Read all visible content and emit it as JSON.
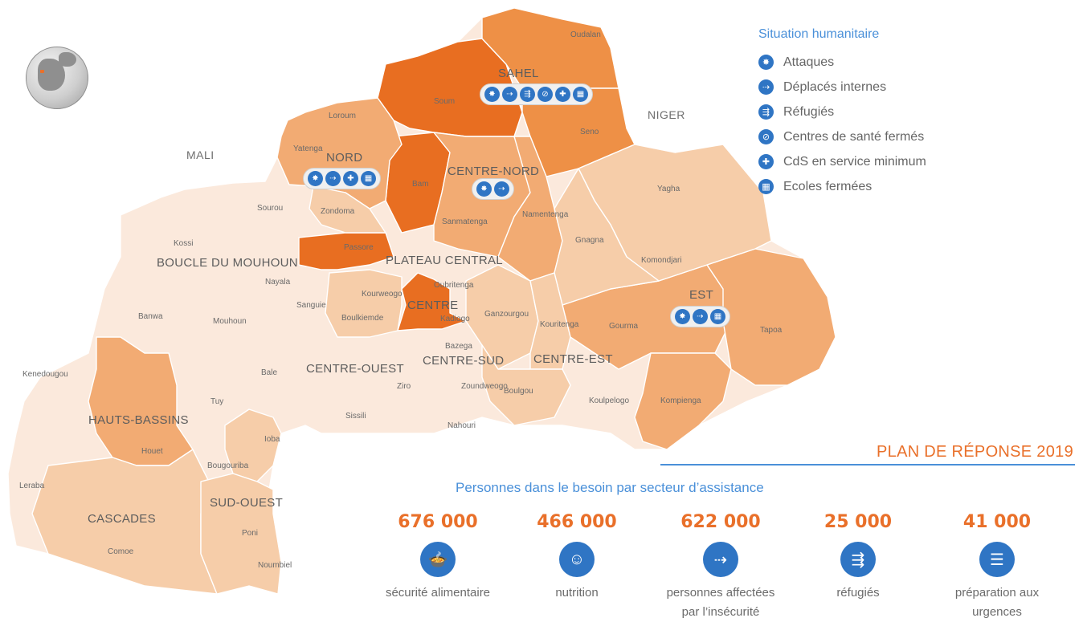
{
  "countries": {
    "mali": "MALI",
    "niger": "NIGER"
  },
  "regions": {
    "sahel": "SAHEL",
    "nord": "NORD",
    "centre_nord": "CENTRE-NORD",
    "boucle": "BOUCLE DU MOUHOUN",
    "plateau": "PLATEAU CENTRAL",
    "centre": "CENTRE",
    "centre_ouest": "CENTRE-OUEST",
    "centre_sud": "CENTRE-SUD",
    "centre_est": "CENTRE-EST",
    "est": "EST",
    "hauts_bassins": "HAUTS-BASSINS",
    "cascades": "CASCADES",
    "sud_ouest": "SUD-OUEST"
  },
  "provinces": {
    "oudalan": "Oudalan",
    "soum": "Soum",
    "seno": "Seno",
    "loroum": "Loroum",
    "yatenga": "Yatenga",
    "zondoma": "Zondoma",
    "bam": "Bam",
    "sanmatenga": "Sanmatenga",
    "namentenga": "Namentenga",
    "yagha": "Yagha",
    "sourou": "Sourou",
    "kossi": "Kossi",
    "passore": "Passore",
    "nayala": "Nayala",
    "gnagna": "Gnagna",
    "komondjari": "Komondjari",
    "oubritenga": "Oubritenga",
    "kourweogo": "Kourweogo",
    "sanguie": "Sanguie",
    "banwa": "Banwa",
    "mouhoun": "Mouhoun",
    "boulkiemde": "Boulkiemde",
    "kadiogo": "Kadiogo",
    "ganzourgou": "Ganzourgou",
    "kouritenga": "Kouritenga",
    "gourma": "Gourma",
    "tapoa": "Tapoa",
    "bazega": "Bazega",
    "kenedougou": "Kenedougou",
    "bale": "Bale",
    "ziro": "Ziro",
    "zoundweogo": "Zoundweogo",
    "boulgou": "Boulgou",
    "tuy": "Tuy",
    "koulpelogo": "Koulpelogo",
    "kompienga": "Kompienga",
    "sissili": "Sissili",
    "nahouri": "Nahouri",
    "houet": "Houet",
    "ioba": "Ioba",
    "bougouriba": "Bougouriba",
    "leraba": "Leraba",
    "comoe": "Comoe",
    "poni": "Poni",
    "noumbiel": "Noumbiel"
  },
  "legend": {
    "title": "Situation humanitaire",
    "items": [
      {
        "icon": "attack-icon",
        "glyph": "✸",
        "label": "Attaques"
      },
      {
        "icon": "idp-icon",
        "glyph": "⇢",
        "label": "Déplacés internes"
      },
      {
        "icon": "refugee-icon",
        "glyph": "⇶",
        "label": "Réfugiés"
      },
      {
        "icon": "health-closed-icon",
        "glyph": "⊘",
        "label": "Centres de santé fermés"
      },
      {
        "icon": "health-minimum-icon",
        "glyph": "✚",
        "label": "CdS en service minimum"
      },
      {
        "icon": "school-closed-icon",
        "glyph": "▦",
        "label": "Ecoles fermées"
      }
    ]
  },
  "colors": {
    "very_light": "#fbe9dc",
    "light": "#f6cda9",
    "medium": "#f2ab73",
    "dark": "#ee9046",
    "darkest": "#e86e21",
    "accent_blue": "#2f75c4"
  },
  "plan": {
    "title": "PLAN DE RÉPONSE 2019",
    "subtitle": "Personnes dans le besoin par secteur d’assistance"
  },
  "sectors": [
    {
      "value": "676 000",
      "label_lines": [
        "sécurité alimentaire"
      ],
      "icon": "food-security-icon",
      "glyph": "🍲"
    },
    {
      "value": "466 000",
      "label_lines": [
        "nutrition"
      ],
      "icon": "nutrition-icon",
      "glyph": "☺"
    },
    {
      "value": "622 000",
      "label_lines": [
        "personnes affectées",
        "par l’insécurité"
      ],
      "icon": "displacement-icon",
      "glyph": "⇢"
    },
    {
      "value": "25 000",
      "label_lines": [
        "réfugiés"
      ],
      "icon": "refugee-icon",
      "glyph": "⇶"
    },
    {
      "value": "41 000",
      "label_lines": [
        "préparation aux",
        "urgences"
      ],
      "icon": "checklist-icon",
      "glyph": "☰"
    }
  ]
}
